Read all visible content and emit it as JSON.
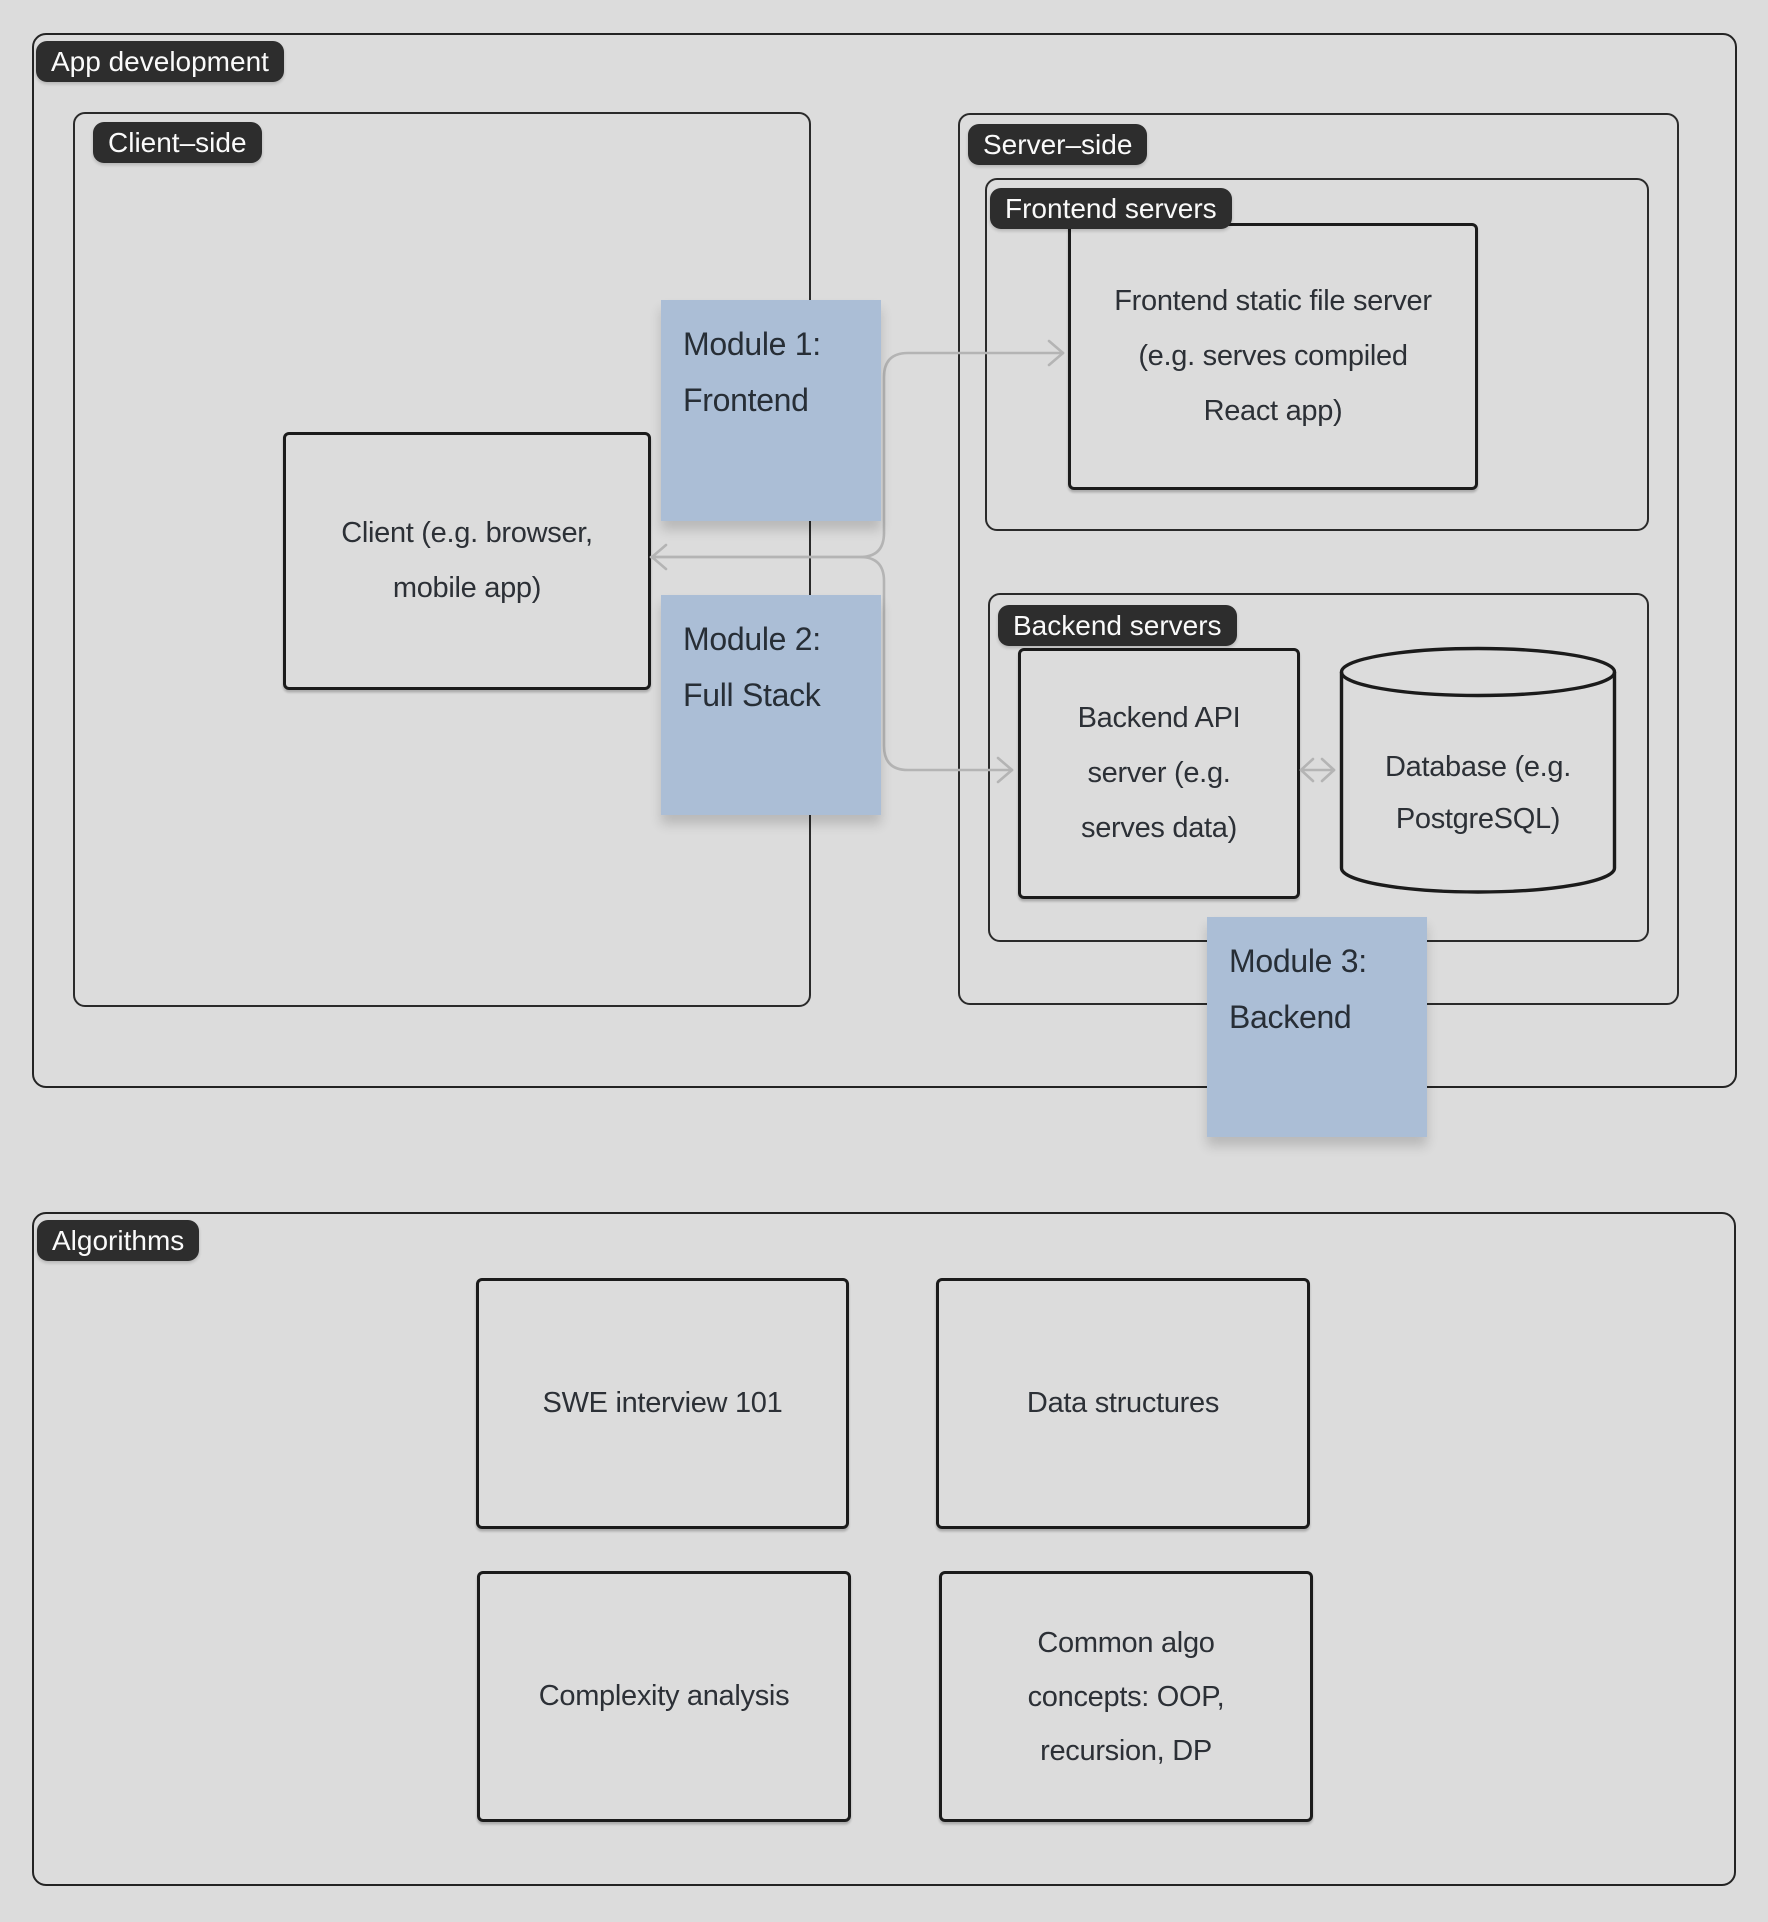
{
  "canvas": {
    "background": "#dcdcdc"
  },
  "colors": {
    "frame_border": "#242424",
    "node_border": "#1b1b1b",
    "label_pill_bg": "#2d2d2d",
    "label_pill_text": "#fafafa",
    "sticky_fill": "#abbed6",
    "sticky_text": "#272e36",
    "arrow_gray": "#b4b4b4",
    "text_dark": "#2c3036"
  },
  "app_development": {
    "label": "App development",
    "client_side": {
      "label": "Client–side",
      "client_node": {
        "line1": "Client (e.g. browser,",
        "line2": "mobile app)"
      }
    },
    "server_side": {
      "label": "Server–side",
      "frontend_servers": {
        "label": "Frontend servers",
        "static_server_node": {
          "line1": "Frontend static file server",
          "line2": "(e.g. serves compiled",
          "line3": "React app)"
        }
      },
      "backend_servers": {
        "label": "Backend servers",
        "api_server_node": {
          "line1": "Backend API",
          "line2": "server (e.g.",
          "line3": "serves data)"
        },
        "database_node": {
          "line1": "Database (e.g.",
          "line2": "PostgreSQL)"
        }
      }
    },
    "stickies": {
      "module1": {
        "line1": "Module 1:",
        "line2": "Frontend"
      },
      "module2": {
        "line1": "Module 2:",
        "line2": "Full Stack"
      },
      "module3": {
        "line1": "Module 3:",
        "line2": "Backend"
      }
    },
    "connectors": {
      "client_frontend": {
        "from": "Client",
        "to": "Frontend static file server",
        "style": "double-headed elbow"
      },
      "client_backend": {
        "from": "Client",
        "to": "Backend API server",
        "style": "elbow"
      },
      "backend_database": {
        "from": "Backend API server",
        "to": "Database",
        "style": "double-headed"
      }
    }
  },
  "algorithms": {
    "label": "Algorithms",
    "box_swe": {
      "line1": "SWE interview 101"
    },
    "box_data_structures": {
      "line1": "Data structures"
    },
    "box_complexity": {
      "line1": "Complexity analysis"
    },
    "box_common": {
      "line1": "Common algo",
      "line2": "concepts: OOP,",
      "line3": "recursion, DP"
    }
  }
}
